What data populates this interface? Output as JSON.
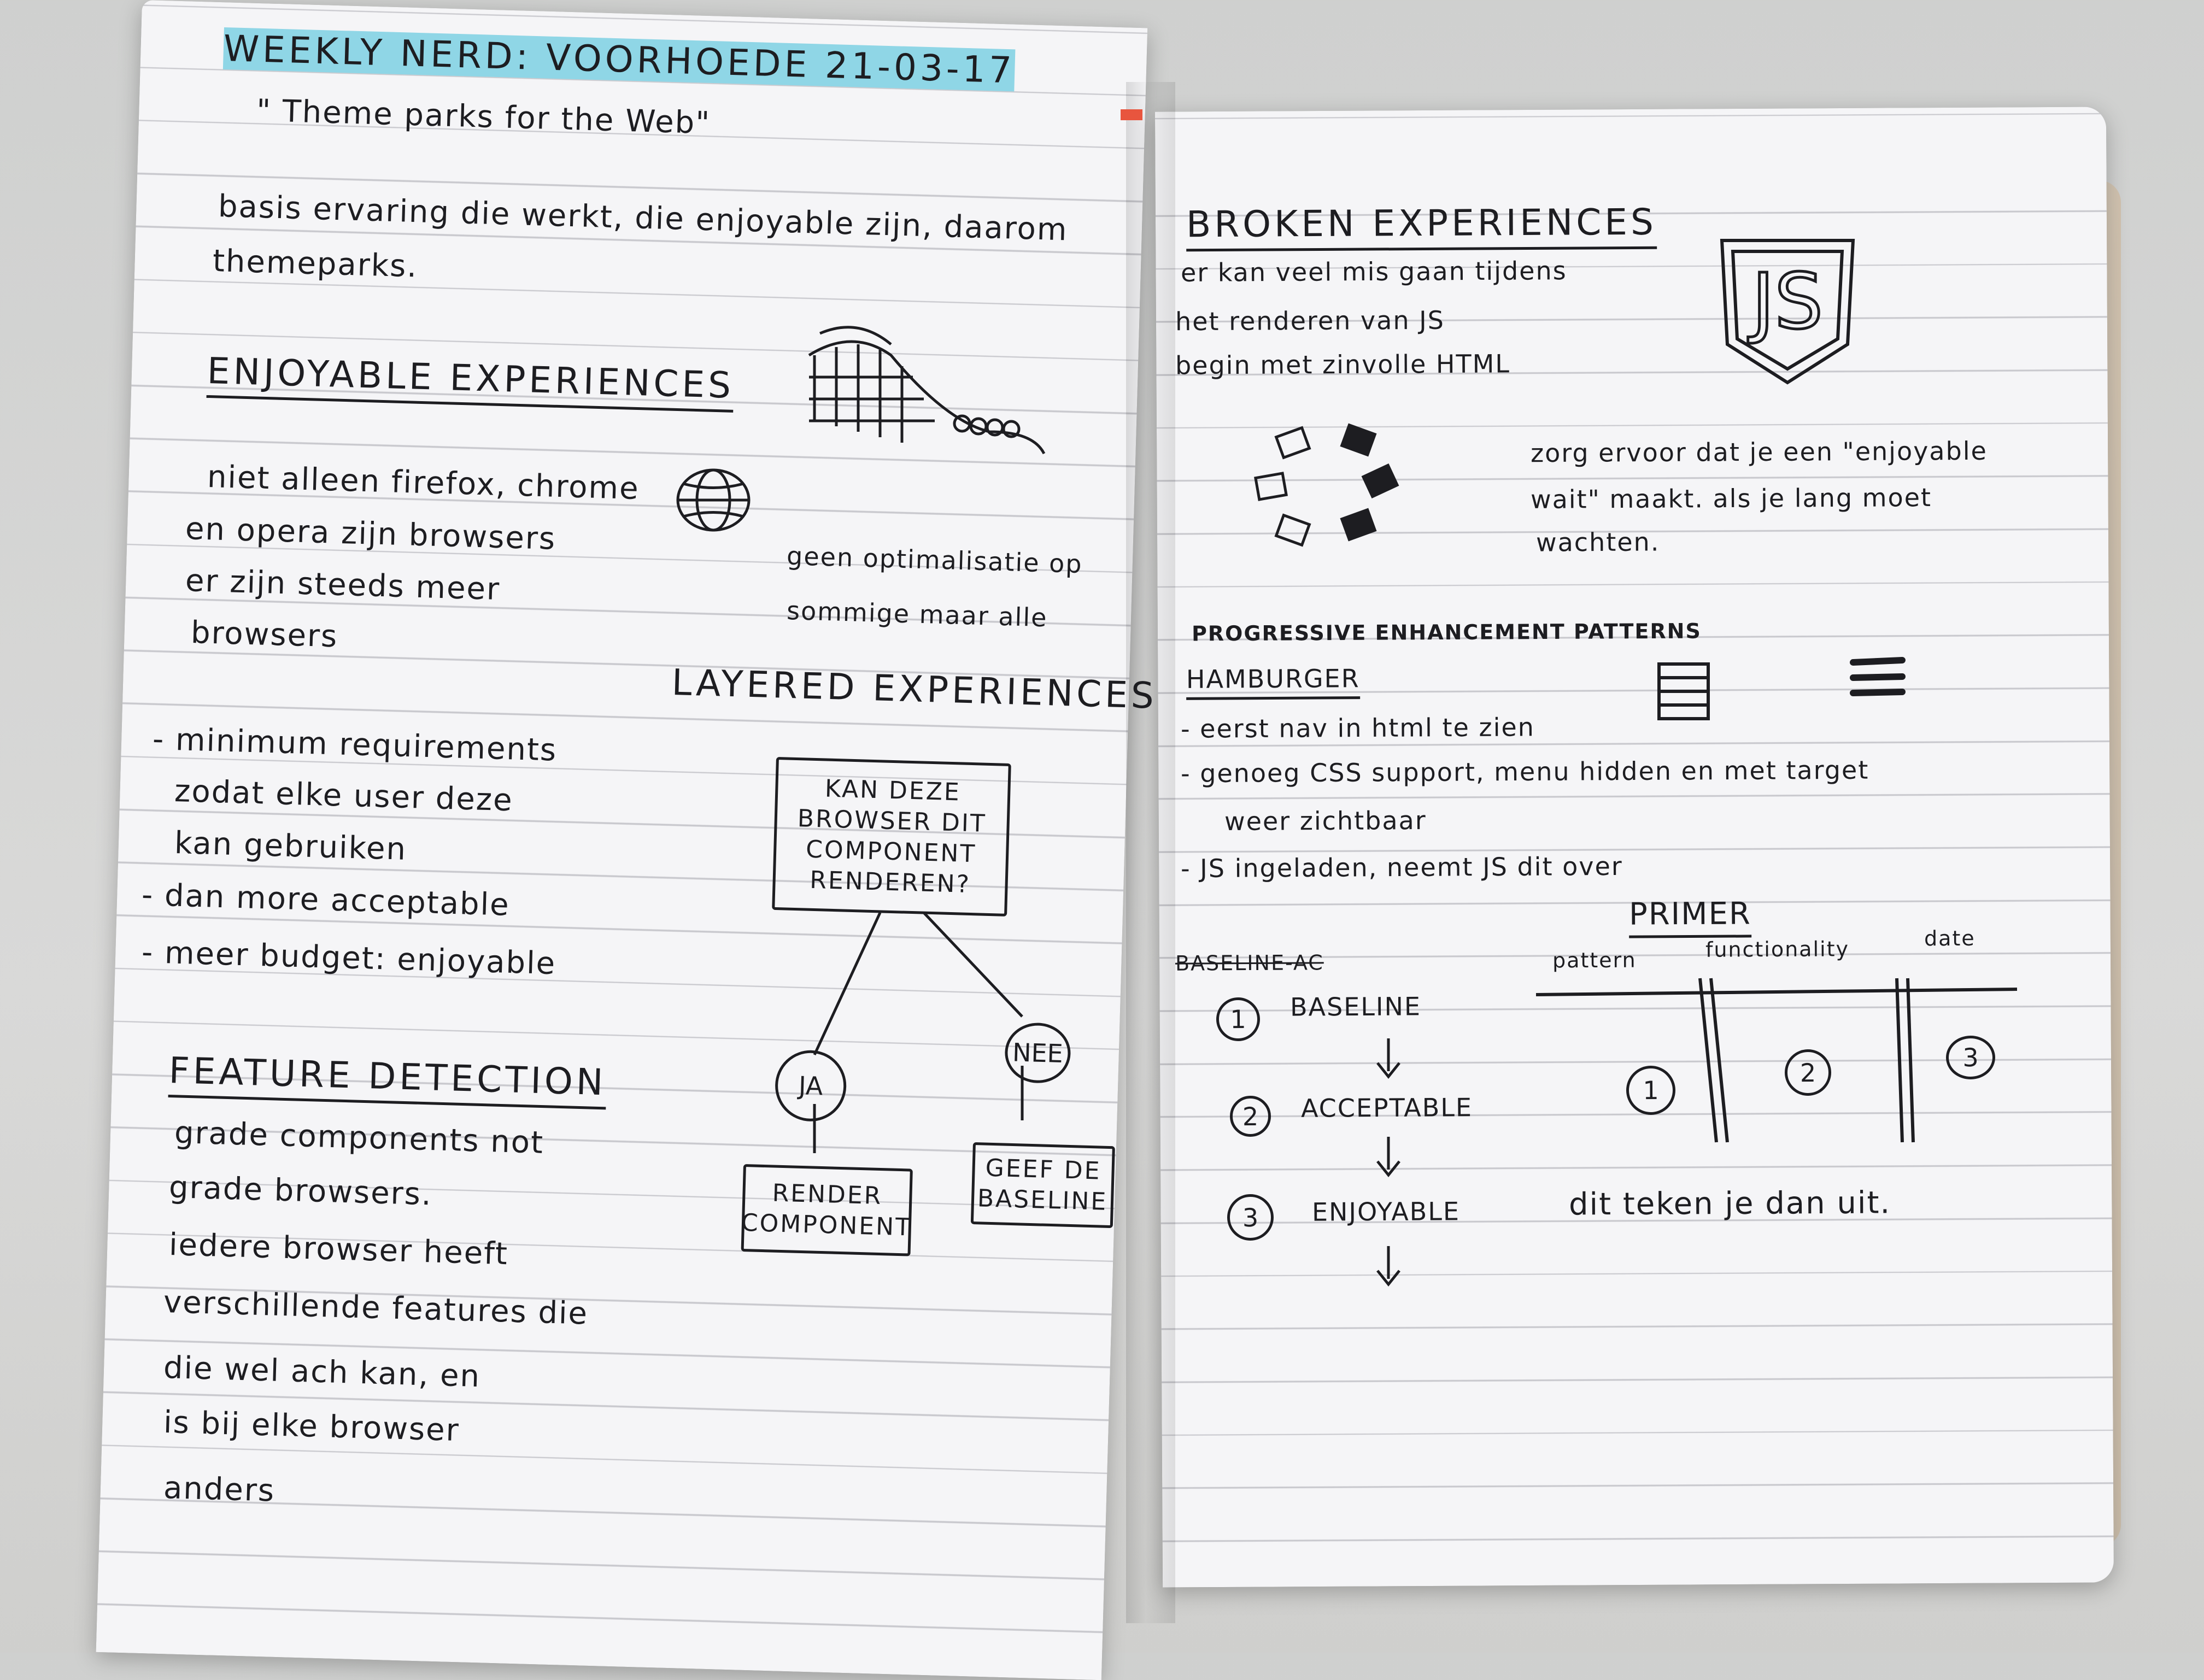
{
  "left_page": {
    "title": "WEEKLY NERD: VOORHOEDE 21-03-17",
    "subtitle": "\" Theme parks for the Web\"",
    "intro_line1": "basis ervaring die werkt, die enjoyable zijn, daarom",
    "intro_line2": "themeparks.",
    "enjoyable_heading": "ENJOYABLE EXPERIENCES",
    "browsers_lines": [
      "niet alleen firefox, chrome",
      "en opera zijn browsers",
      "er zijn steeds meer",
      "browsers"
    ],
    "optimisation_lines": [
      "geen optimalisatie op",
      "sommige maar alle"
    ],
    "layered_heading": "LAYERED EXPERIENCES",
    "requirements_lines": [
      "- minimum requirements",
      "zodat elke user deze",
      "kan gebruiken",
      "- dan more acceptable",
      "- meer budget: enjoyable"
    ],
    "feature_heading": "FEATURE DETECTION",
    "feature_lines": [
      "grade components not",
      "grade browsers.",
      "iedere browser heeft",
      "verschillende features die",
      "die wel ach kan, en",
      "is bij elke browser",
      "anders"
    ],
    "diagram": {
      "question": "KAN DEZE\nBROWSER DIT\nCOMPONENT\nRENDEREN?",
      "yes": "JA",
      "no": "NEE",
      "yes_result": "RENDER\nCOMPONENT",
      "no_result": "GEEF DE\nBASELINE"
    }
  },
  "right_page": {
    "broken_heading": "BROKEN EXPERIENCES",
    "broken_lines": [
      "er kan veel mis gaan tijdens",
      "het renderen van JS",
      "begin met zinvolle HTML"
    ],
    "js_logo": "JS",
    "wait_lines": [
      "zorg ervoor dat je een \"enjoyable",
      "wait\" maakt. als je lang moet",
      "wachten."
    ],
    "progressive_heading": "PROGRESSIVE ENHANCEMENT PATTERNS",
    "hamburger_heading": "HAMBURGER",
    "hamburger_lines": [
      "- eerst nav in html te zien",
      "- genoeg CSS support, menu hidden en met target",
      "weer zichtbaar",
      "- JS ingeladen, neemt JS dit over"
    ],
    "primer_label": "PRIMER",
    "baseline_struck": "BASELINE-AC",
    "table_headers": [
      "pattern",
      "functionality",
      "date"
    ],
    "table_values": [
      "1",
      "2",
      "3"
    ],
    "steps": [
      "BASELINE",
      "ACCEPTABLE",
      "ENJOYABLE"
    ],
    "step_numbers": [
      "1",
      "2",
      "3"
    ],
    "conclusion": "dit teken je dan uit."
  },
  "colors": {
    "ink": "#1d1d21",
    "highlighter": "#8fd6e6",
    "page": "#f5f5f7",
    "ribbon": "#e8553e"
  }
}
